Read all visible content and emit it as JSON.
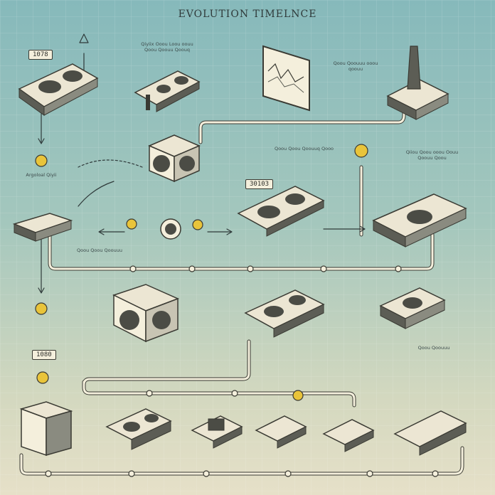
{
  "title": "EVOLUTION TIMELNCE",
  "year_tags": [
    "1078",
    "30103",
    "1080"
  ],
  "notes": {
    "n1": "Argoloal Qiyii",
    "n2": "Qiyiix Ooou Loou oouu Qoou Qoouu Qoouq",
    "n3": "Qoou Qoouuu ooou qoouu",
    "n4": "Qoou Qoou Qoouuq Qooo",
    "n5": "Qiiou Qoou ooou Oouu Qoouu Qoou",
    "n6": "Qoou Qoou Qoouuu",
    "n7": "Qoou Qoouuu"
  },
  "colors": {
    "line": "#f4efdc",
    "line_edge": "#3a3a33",
    "coin": "#e9c43a",
    "device_top": "#ece6d3",
    "device_side": "#5c5d55"
  },
  "icons": [
    "chip-icon",
    "fan-icon",
    "coin-icon",
    "arrow-icon"
  ]
}
